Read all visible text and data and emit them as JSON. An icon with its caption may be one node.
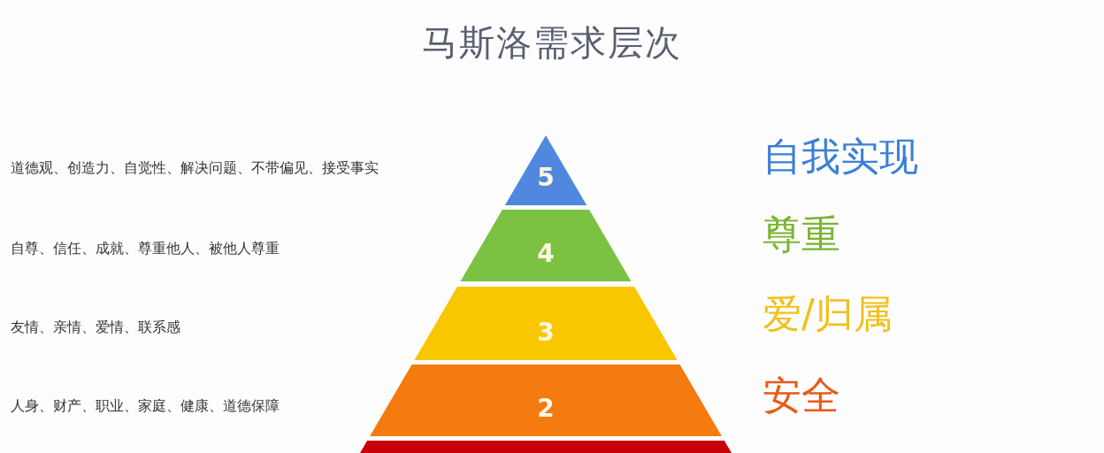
{
  "diagram": {
    "title": "马斯洛需求层次",
    "nodes": [
      {
        "text": [
          "5"
        ]
      },
      {
        "text": [
          "4"
        ]
      },
      {
        "text": [
          "3"
        ]
      },
      {
        "text": [
          "2"
        ]
      },
      {
        "text": [],
        "shape": "box"
      }
    ],
    "labels": [
      "道德观、创造力、自觉性、解决问题、不带偏见、接受事实",
      "自我实现",
      "自尊、信任、成就、尊重他人、被他人尊重",
      "尊重",
      "友情、亲情、爱情、联系感",
      "爱/归属",
      "人身、财产、职业、家庭、健康、道德保障",
      "安全"
    ]
  }
}
